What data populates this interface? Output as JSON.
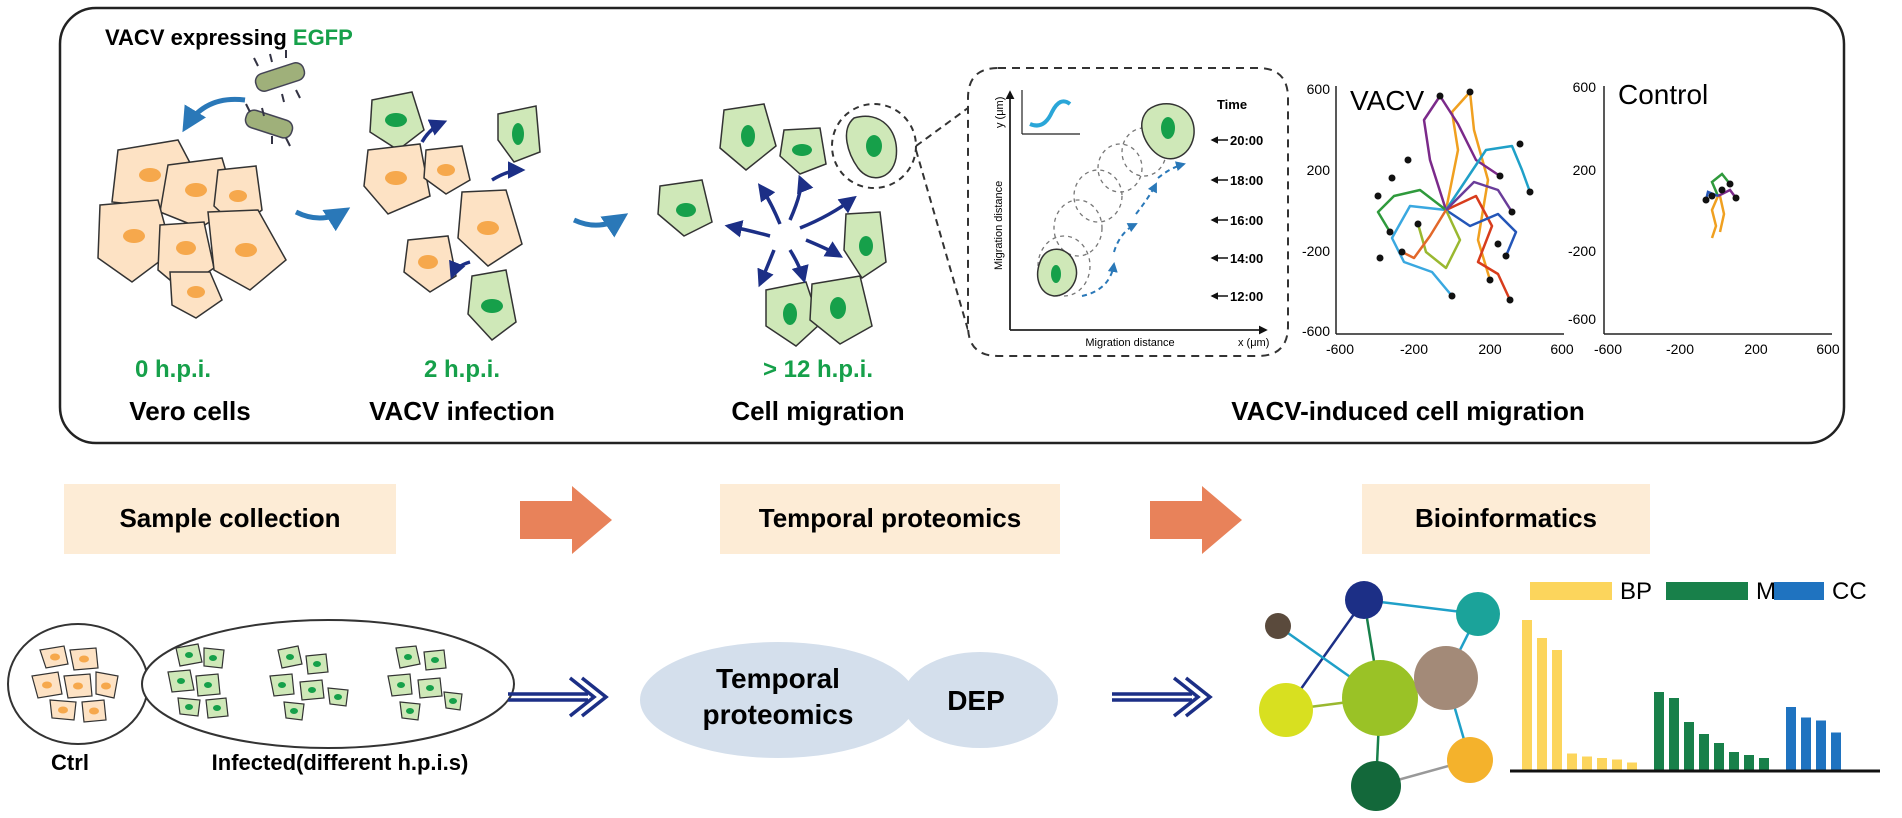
{
  "panel": {
    "title_prefix": "VACV expressing ",
    "title_highlight": "EGFP",
    "stage1_time": "0 h.p.i.",
    "stage1_label": "Vero cells",
    "stage2_time": "2 h.p.i.",
    "stage2_label": "VACV infection",
    "stage3_time": "> 12 h.p.i.",
    "stage3_label": "Cell migration",
    "right_title": "VACV-induced cell migration"
  },
  "tracking": {
    "y_axis": "y (μm)",
    "x_axis": "x (μm)",
    "y_label": "Migration distance",
    "x_label": "Migration distance",
    "time_header": "Time",
    "times": [
      "20:00",
      "18:00",
      "16:00",
      "14:00",
      "12:00"
    ]
  },
  "chart_data": [
    {
      "type": "line",
      "title": "VACV",
      "xlim": [
        -600,
        600
      ],
      "ylim": [
        -600,
        600
      ],
      "xticks": [
        "-600",
        "-200",
        "200",
        "600"
      ],
      "yticks": [
        "600",
        "200",
        "-200",
        "-600"
      ],
      "grid": false
    },
    {
      "type": "line",
      "title": "Control",
      "xlim": [
        -600,
        600
      ],
      "ylim": [
        -600,
        600
      ],
      "xticks": [
        "-600",
        "-200",
        "200",
        "600"
      ],
      "yticks": [
        "600",
        "200",
        "-200",
        "-600"
      ],
      "grid": false
    },
    {
      "type": "bar",
      "legend": [
        "BP",
        "MF",
        "CC"
      ],
      "legend_position": "top",
      "series": [
        {
          "name": "BP",
          "values": [
            100,
            88,
            80,
            11,
            9,
            8,
            7,
            5
          ]
        },
        {
          "name": "MF",
          "values": [
            52,
            48,
            32,
            24,
            18,
            12,
            10,
            8
          ]
        },
        {
          "name": "CC",
          "values": [
            42,
            35,
            33,
            25
          ]
        }
      ],
      "colors": {
        "BP": "#fcd55c",
        "MF": "#18804a",
        "CC": "#1f73c0"
      }
    }
  ],
  "workflow": {
    "step1": "Sample collection",
    "step2": "Temporal proteomics",
    "step3": "Bioinformatics",
    "ctrl_label": "Ctrl",
    "infected_label": "Infected(different h.p.i.s)",
    "oval_line1": "Temporal",
    "oval_line2": "proteomics",
    "dep_label": "DEP"
  },
  "colors": {
    "green_text": "#16a04a",
    "cell_orange_fill": "#fde2c4",
    "cell_green_fill": "#cfe8b8",
    "arrow_blue": "#1f3a93",
    "arrow_orange": "#e8825a",
    "box_peach": "#fdecd6",
    "oval_blue": "#d4dfec"
  }
}
